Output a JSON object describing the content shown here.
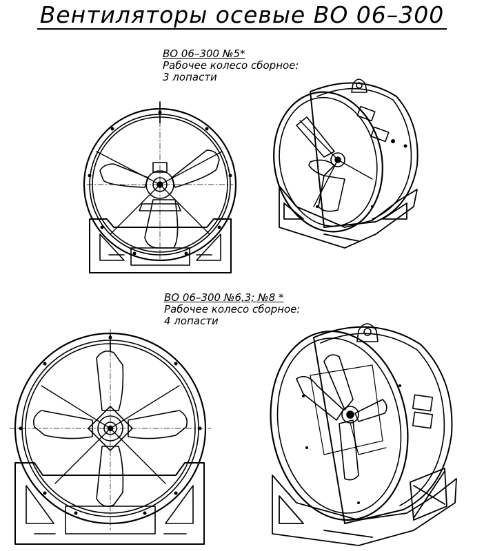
{
  "title": "Вентиляторы осевые ВО 06–300",
  "sections": [
    {
      "model": "ВО 06–300 №5*",
      "line1": "Рабочее колесо сборное:",
      "line2": "3 лопасти"
    },
    {
      "model": "ВО 06–300 №6,3; №8 *",
      "line1": "Рабочее колесо сборное:",
      "line2": "4 лопасти"
    }
  ],
  "colors": {
    "line": "#000000",
    "background": "#ffffff"
  }
}
